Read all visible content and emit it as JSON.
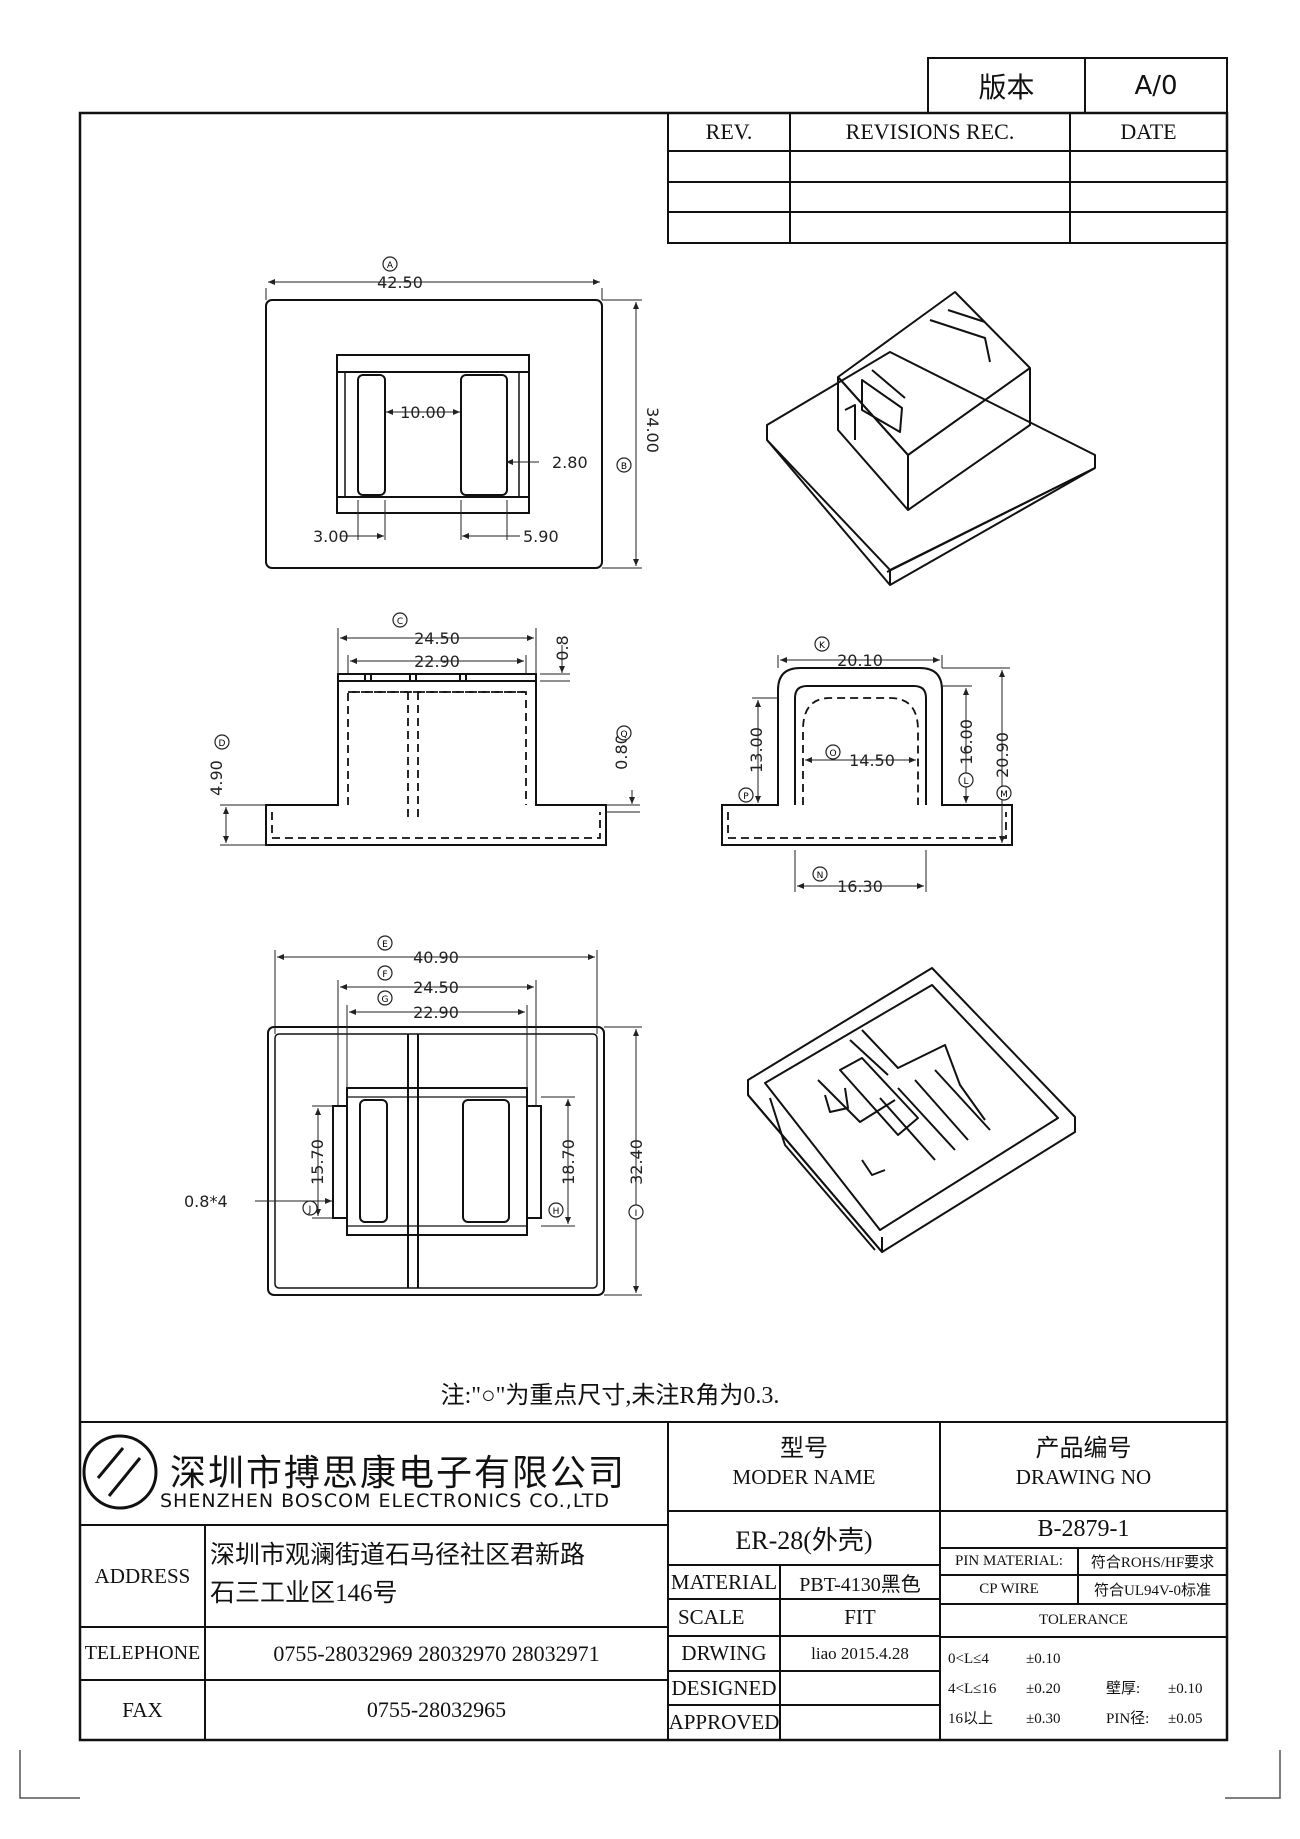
{
  "version": {
    "label": "版本",
    "value": "A/0"
  },
  "revisions": {
    "headers": {
      "rev": "REV.",
      "rec": "REVISIONS REC.",
      "date": "DATE"
    },
    "rows": [
      [
        "",
        "",
        ""
      ],
      [
        "",
        "",
        ""
      ],
      [
        "",
        "",
        ""
      ]
    ]
  },
  "dimensions": {
    "top": {
      "A": "42.50",
      "B": "34.00",
      "w10": "10.00",
      "w2_80": "2.80",
      "w3_00": "3.00",
      "w5_90": "5.90"
    },
    "front": {
      "C": "24.50",
      "w22_90": "22.90",
      "w0_8": "0.8",
      "D": "4.90",
      "Q": "0.80"
    },
    "side": {
      "K": "20.10",
      "P": "13.00",
      "O": "14.50",
      "L": "16.00",
      "M": "20.90",
      "N": "16.30"
    },
    "bottom": {
      "E": "40.90",
      "F": "24.50",
      "G": "22.90",
      "w0_8x4": "0.8*4",
      "J": "15.70",
      "H": "18.70",
      "I": "32.40"
    }
  },
  "circle_labels": {
    "A": "A",
    "B": "B",
    "C": "C",
    "D": "D",
    "E": "E",
    "F": "F",
    "G": "G",
    "H": "H",
    "I": "I",
    "J": "J",
    "K": "K",
    "L": "L",
    "M": "M",
    "N": "N",
    "O": "O",
    "P": "P",
    "Q": "Q"
  },
  "note": "注:\"○\"为重点尺寸,未注R角为0.3.",
  "company": {
    "cn": "深圳市搏思康电子有限公司",
    "en": "SHENZHEN BOSCOM ELECTRONICS CO.,LTD"
  },
  "model": {
    "label_cn": "型号",
    "label_en": "MODER NAME",
    "value": "ER-28(外壳)"
  },
  "drawing_no": {
    "label_cn": "产品编号",
    "label_en": "DRAWING NO",
    "value": "B-2879-1"
  },
  "address": {
    "label": "ADDRESS",
    "line1": "深圳市观澜街道石马径社区君新路",
    "line2": "石三工业区146号"
  },
  "telephone": {
    "label": "TELEPHONE",
    "value": "0755-28032969 28032970 28032971"
  },
  "fax": {
    "label": "FAX",
    "value": "0755-28032965"
  },
  "material": {
    "label": "MATERIAL",
    "value": "PBT-4130黑色"
  },
  "scale": {
    "label": "SCALE",
    "value": "FIT"
  },
  "drawing": {
    "label": "DRWING",
    "value": "liao 2015.4.28"
  },
  "designed": {
    "label": "DESIGNED",
    "value": ""
  },
  "approved": {
    "label": "APPROVED",
    "value": ""
  },
  "pin_material": {
    "label": "PIN MATERIAL:",
    "value": "符合ROHS/HF要求"
  },
  "cp_wire": {
    "label": "CP WIRE",
    "value": "符合UL94V-0标准"
  },
  "tolerance": {
    "title": "TOLERANCE",
    "r1a": "0<L≤4",
    "r1b": "±0.10",
    "r2a": "4<L≤16",
    "r2b": "±0.20",
    "r2c": "壁厚:",
    "r2d": "±0.10",
    "r3a": "16以上",
    "r3b": "±0.30",
    "r3c": "PIN径:",
    "r3d": "±0.05"
  }
}
